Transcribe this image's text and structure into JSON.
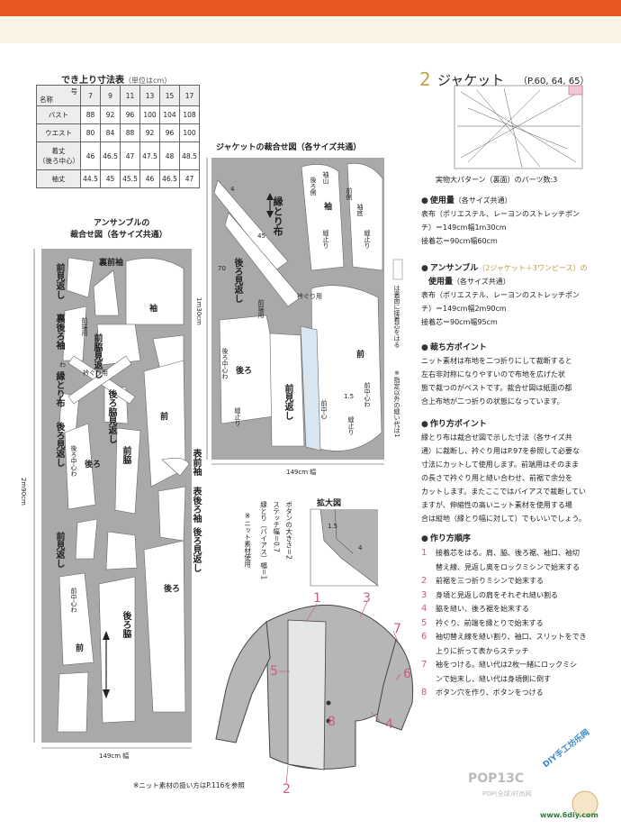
{
  "size_table": {
    "title": "でき上り寸法表",
    "unit": "（単位はcm）",
    "corner_top": "号",
    "corner_bottom": "名称",
    "sizes": [
      "7",
      "9",
      "11",
      "13",
      "15",
      "17"
    ],
    "rows": [
      {
        "label": "バスト",
        "values": [
          "88",
          "92",
          "96",
          "100",
          "104",
          "108"
        ]
      },
      {
        "label": "ウエスト",
        "values": [
          "80",
          "84",
          "88",
          "92",
          "96",
          "100"
        ]
      },
      {
        "label": "着丈\n（後ろ中心）",
        "values": [
          "46",
          "46.5",
          "47",
          "47.5",
          "48",
          "48.5"
        ]
      },
      {
        "label": "袖丈",
        "values": [
          "44.5",
          "45",
          "45.5",
          "46",
          "46.5",
          "47"
        ]
      }
    ]
  },
  "left_diagram": {
    "title_line1": "アンサンブルの",
    "title_line2": "裁合せ図（各サイズ共通）",
    "width_label": "149cm 幅",
    "length_label": "2m90cm",
    "labels": {
      "mae_mikaeshi_1": "前見返し",
      "ura_mae_sode": "裏前袖",
      "sode": "袖",
      "ura_ushiro_sode": "裏後ろ袖",
      "fuchitori": "縁とり布",
      "ushiro_mikaeshi": "後ろ見返し",
      "mae_waki_mikaeshi": "前脇見返し",
      "mae_hashi_yo": "前端用",
      "erigurii_yo": "衿ぐり用",
      "ushiro_waki_mikaeshi": "後ろ脇見返し",
      "mae": "前",
      "ushiro_chushin_wa": "後ろ中心わ",
      "ushiro": "後ろ",
      "mae_waki": "前脇",
      "omote_mae_sode": "表前袖",
      "omote_ushiro_sode": "表後ろ袖",
      "ushiro_mikaeshi_2": "後ろ見返し",
      "mae_mikaeshi_2": "前見返し",
      "mae_chushin_wa": "前中心わ",
      "mae_2": "前",
      "ushiro_2": "後ろ",
      "ushiro_waki": "後ろ脇",
      "wa": "わ"
    }
  },
  "center_diagram": {
    "title": "ジャケットの裁合せ図（各サイズ共通）",
    "width_label": "149cm 幅",
    "length_label": "1m30cm",
    "labels": {
      "fuchitori": "縁とり布",
      "sodeyama": "袖山",
      "ushirogawa": "後ろ側",
      "maegawa": "前側",
      "sode": "袖",
      "sodeguchi": "袖底",
      "nuidomari_1": "縫止り",
      "nuidomari_2": "縫止り",
      "erigurii_yo": "衿ぐり用",
      "mae_hashi_yo": "前端用",
      "ushiro_mikaeshi": "後ろ見返し",
      "ushiro_chushin_wa": "後ろ中心わ",
      "ushiro": "後ろ",
      "nuidomari_3": "縫止り",
      "mae_mikaeshi": "前見返し",
      "mae_chushin": "前中心",
      "mae": "前",
      "mae_chushin_wa": "前中心わ",
      "nuidomari_4": "縫止り",
      "n4": "4",
      "n45": "45",
      "n70": "70",
      "n15": "1.5"
    },
    "side_note": "は裏面に接着芯をはる",
    "margin_note": "※指定以外の縫い代は1"
  },
  "notes_vertical": [
    "ボタンの大きさ＝2",
    "ステッチ幅＝0.7",
    "縁とり（バイアス）幅＝1",
    "※ニット素材使用"
  ],
  "enlarge": {
    "title": "拡大図",
    "n15": "1.5",
    "n4": "4"
  },
  "jacket": {
    "number": "2",
    "title": "ジャケット",
    "pages": "（P.60, 64, 65）",
    "pattern_note": "実物大パターン（裏面）のパーツ数:3",
    "materials_head": "使用量",
    "materials_note": "（各サイズ共通）",
    "materials_lines": [
      "表布（ポリエステル、レーヨンのストレッチポン",
      "チ）＝149cm幅1m30cm",
      "接着芯＝90cm幅60cm"
    ],
    "ensemble_head": "アンサンブル",
    "ensemble_note": "（2ジャケット＋3ワンピース）の",
    "ensemble_head2": "使用量",
    "ensemble_note2": "（各サイズ共通）",
    "ensemble_lines": [
      "表布（ポリエステル、レーヨンのストレッチポン",
      "チ）＝149cm幅2m90cm",
      "接着芯＝90cm幅95cm"
    ],
    "cutting_head": "裁ち方ポイント",
    "cutting_lines": [
      "ニット素材は布地を二つ折りにして裁断すると",
      "左右非対称になりやすいので布地を広げた状",
      "態で裁つのがベストです。裁合せ図は紙面の都",
      "合上布地が二つ折りの状態になっています。"
    ],
    "making_head": "作り方ポイント",
    "making_lines": [
      "縁とり布は裁合せ図で示した寸法（各サイズ共",
      "通）に裁断し、衿ぐり用はP.97を参照して必要な",
      "寸法にカットして使用します。前端用はそのまま",
      "の長さで衿ぐり用と縫い合わせ、前裾で余分を",
      "カットします。またここではバイアスで裁断してい",
      "ますが、伸縮性の高いニット素材を使用する場",
      "合は縦地（縁とり幅に対して）でもいいでしょう。"
    ],
    "order_head": "作り方順序",
    "steps": [
      {
        "n": "1",
        "text": "接着芯をはる。肩、脇、後ろ裾、袖口、袖切",
        "cont": "替え線、見返し奥をロックミシンで始末する"
      },
      {
        "n": "2",
        "text": "前裾を三つ折りミシンで始末する",
        "cont": ""
      },
      {
        "n": "3",
        "text": "身頃と見返しの肩をそれぞれ縫い割る",
        "cont": ""
      },
      {
        "n": "4",
        "text": "脇を縫い、後ろ裾を始末する",
        "cont": ""
      },
      {
        "n": "5",
        "text": "衿ぐり、前端を縁とりで始末する",
        "cont": ""
      },
      {
        "n": "6",
        "text": "袖切替え線を縫い割り、袖口、スリットをでき",
        "cont": "上りに折って表からステッチ"
      },
      {
        "n": "7",
        "text": "袖をつける。縫い代は2枚一緒にロックミシ",
        "cont": "ンで始末し、縫い代は身頃側に倒す"
      },
      {
        "n": "8",
        "text": "ボタン穴を作り、ボタンをつける",
        "cont": ""
      }
    ]
  },
  "callouts": [
    "1",
    "2",
    "3",
    "4",
    "5",
    "6",
    "7",
    "8"
  ],
  "footnote": "※ニット素材の扱い方はP.116を参照",
  "watermark": {
    "logo": "POP13C",
    "sub": "POP(全球)时尚网",
    "cn": "DIY手工坊乐网",
    "url": "www.6diy.com"
  },
  "colors": {
    "accent_orange": "#e8571f",
    "fabric_gray": "#a7a7a7",
    "step_pink": "#c85a8a",
    "gold": "#c4a24a"
  }
}
